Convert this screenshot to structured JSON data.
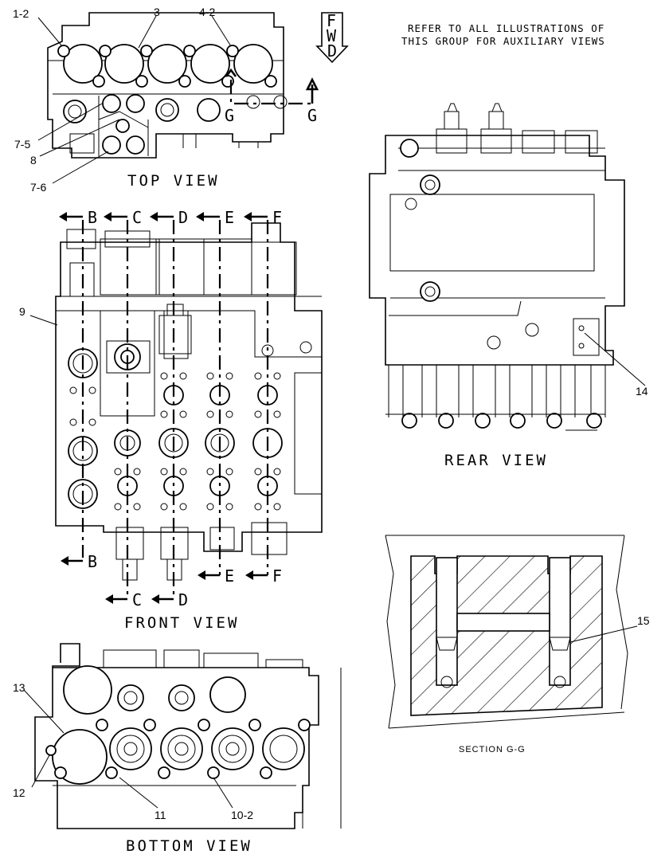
{
  "note": {
    "line1": "REFER TO ALL ILLUSTRATIONS OF",
    "line2": "THIS GROUP FOR AUXILIARY VIEWS"
  },
  "fwd": {
    "letters": [
      "F",
      "W",
      "D"
    ]
  },
  "views": {
    "top": "TOP VIEW",
    "front": "FRONT VIEW",
    "rear": "REAR VIEW",
    "bottom": "BOTTOM VIEW",
    "section": "SECTION G-G"
  },
  "callouts": {
    "c1_2": "1-2",
    "c3": "3",
    "c4_2": "4-2",
    "c7_5": "7-5",
    "c8": "8",
    "c7_6": "7-6",
    "c9": "9",
    "c14": "14",
    "c15": "15",
    "c13": "13",
    "c12": "12",
    "c11": "11",
    "c10_2": "10-2"
  },
  "sections": {
    "g_left": "G",
    "g_right": "G",
    "top_row": [
      "B",
      "C",
      "D",
      "E",
      "F"
    ],
    "b_bottom": "B",
    "e_bottom": "E",
    "f_bottom": "F",
    "c_bottom": "C",
    "d_bottom": "D"
  }
}
